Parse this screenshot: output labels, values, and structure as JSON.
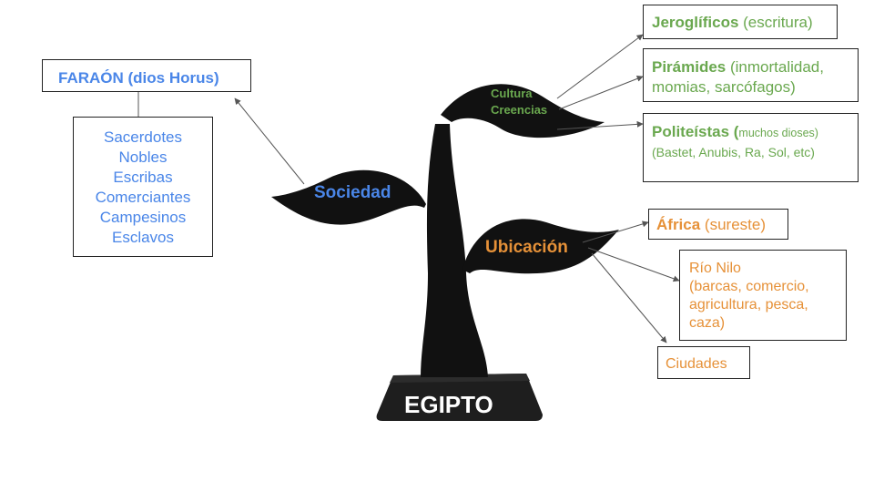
{
  "title": "EGIPTO",
  "tree": {
    "sociedad": "Sociedad",
    "ubicacion": "Ubicación",
    "cultura": [
      "Cultura",
      "Creencias"
    ]
  },
  "faraon": "FARAÓN (dios Horus)",
  "social_classes": [
    "Sacerdotes",
    "Nobles",
    "Escribas",
    "Comerciantes",
    "Campesinos",
    "Esclavos"
  ],
  "cultura": {
    "jeroglificos": {
      "head": "Jeroglíficos",
      "rest": " (escritura)"
    },
    "piramides": {
      "head": "Pirámides",
      "rest": " (inmortalidad, momias, sarcófagos)"
    },
    "politeistas": {
      "head": "Politeístas (",
      "small": "muchos dioses)",
      "sub": "(Bastet, Anubis, Ra, Sol, etc)"
    }
  },
  "ubicacion": {
    "africa": {
      "head": "África",
      "rest": " (sureste)"
    },
    "rio": [
      "Río Nilo",
      "(barcas, comercio,",
      "agricultura, pesca,",
      "caza)"
    ],
    "ciudades": "Ciudades"
  },
  "colors": {
    "sociedad": "#4a86e8",
    "cultura": "#6aa84f",
    "ubicacion": "#e69138",
    "tree": "#111111",
    "base": "#1e1e1e"
  }
}
